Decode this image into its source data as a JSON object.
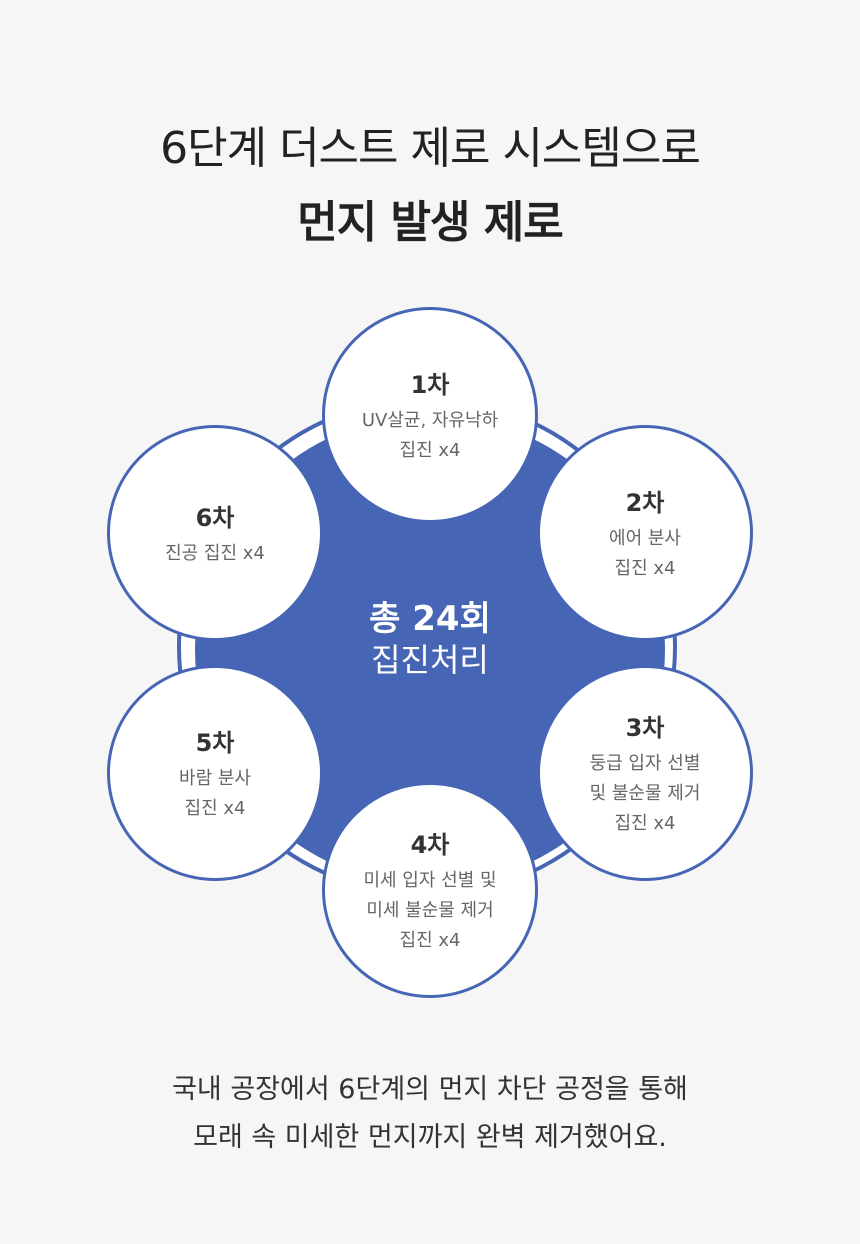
{
  "header": {
    "line1": "6단계 더스트 제로 시스템으로",
    "line2": "먼지 발생 제로"
  },
  "center": {
    "line1": "총 24회",
    "line2": "집진처리"
  },
  "steps": [
    {
      "label": "1차",
      "desc": "UV살균, 자유낙하\n집진 x4"
    },
    {
      "label": "2차",
      "desc": "에어 분사\n집진 x4"
    },
    {
      "label": "3차",
      "desc": "둥급 입자 선별\n및 불순물 제거\n집진 x4"
    },
    {
      "label": "4차",
      "desc": "미세 입자 선별 및\n미세 불순물 제거\n집진 x4"
    },
    {
      "label": "5차",
      "desc": "바람 분사\n집진 x4"
    },
    {
      "label": "6차",
      "desc": "진공 집진 x4"
    }
  ],
  "footer": {
    "line1": "국내 공장에서 6단계의 먼지 차단 공정을 통해",
    "line2": "모래 속 미세한 먼지까지 완벽 제거했어요."
  },
  "colors": {
    "accent": "#4666b5",
    "background": "#f6f6f6"
  }
}
